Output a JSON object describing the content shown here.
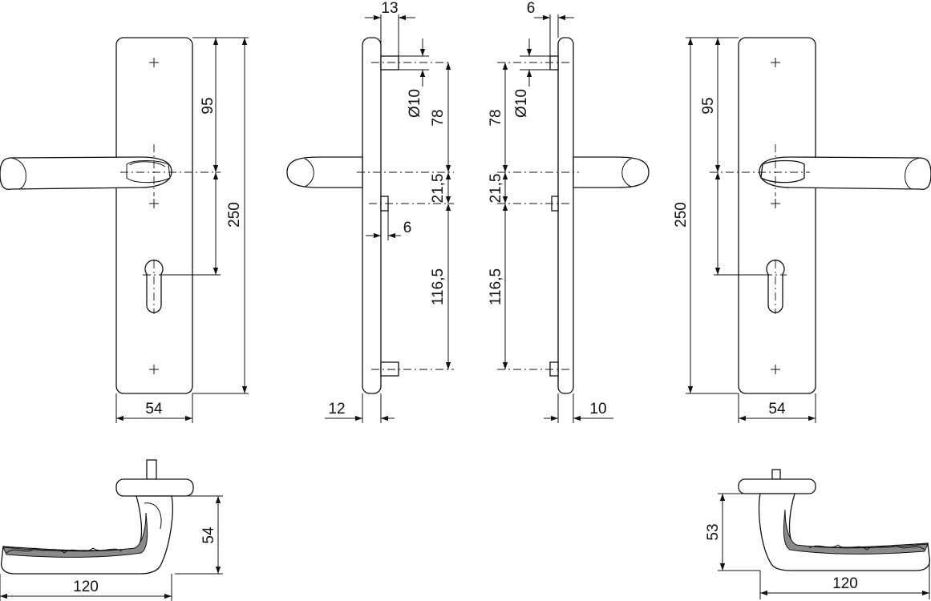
{
  "front_left": {
    "plate_height": "250",
    "spindle_to_cylinder": "95",
    "plate_width": "54"
  },
  "side_left": {
    "spindle_length": "13",
    "screw_diameter": "Ø10",
    "upper_screw_to_spindle": "78",
    "spindle_to_pin": "21,5",
    "pin_width": "6",
    "pin_to_lower_screw": "116,5",
    "plate_thickness": "12"
  },
  "side_right": {
    "spindle_length": "6",
    "screw_diameter": "Ø10",
    "upper_screw_to_spindle": "78",
    "spindle_to_pin": "21,5",
    "pin_to_lower_screw": "116,5",
    "plate_thickness": "10"
  },
  "front_right": {
    "plate_height": "250",
    "spindle_to_cylinder": "95",
    "plate_width": "54"
  },
  "top_left": {
    "lever_length": "120",
    "projection": "54"
  },
  "top_right": {
    "lever_length": "120",
    "projection": "53"
  }
}
